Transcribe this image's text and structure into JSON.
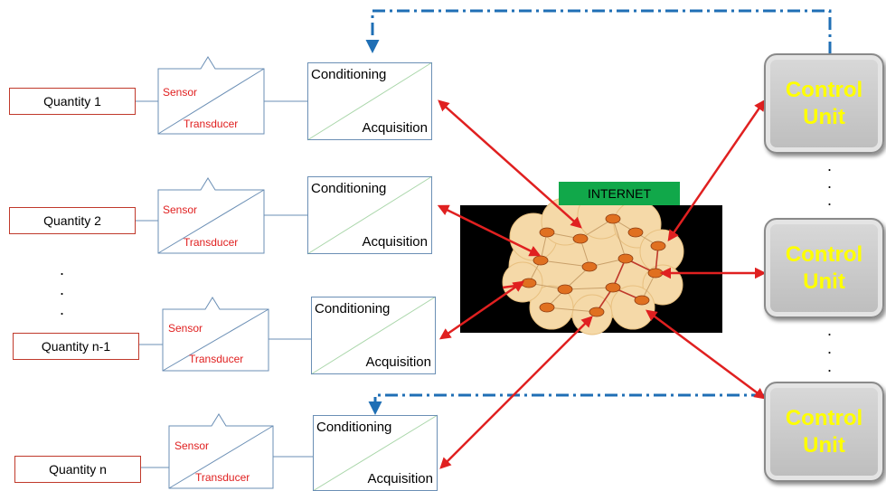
{
  "quantities": [
    "Quantity 1",
    "Quantity 2",
    "Quantity n-1",
    "Quantity n"
  ],
  "sensor": {
    "sensor_label": "Sensor",
    "transducer_label": "Transducer"
  },
  "conditioning": {
    "top_label": "Conditioning",
    "bottom_label": "Acquisition"
  },
  "internet": {
    "label": "INTERNET"
  },
  "control_unit": {
    "line1": "Control",
    "line2": "Unit"
  },
  "ellipsis": ".",
  "colors": {
    "quantity_border": "#c0392b",
    "conditioning_fill": "#f6f6c6",
    "internet_label": "#11a84a",
    "arrow": "#e02020",
    "feedback_line": "#1f6fb5",
    "control_text": "#ffff00"
  }
}
